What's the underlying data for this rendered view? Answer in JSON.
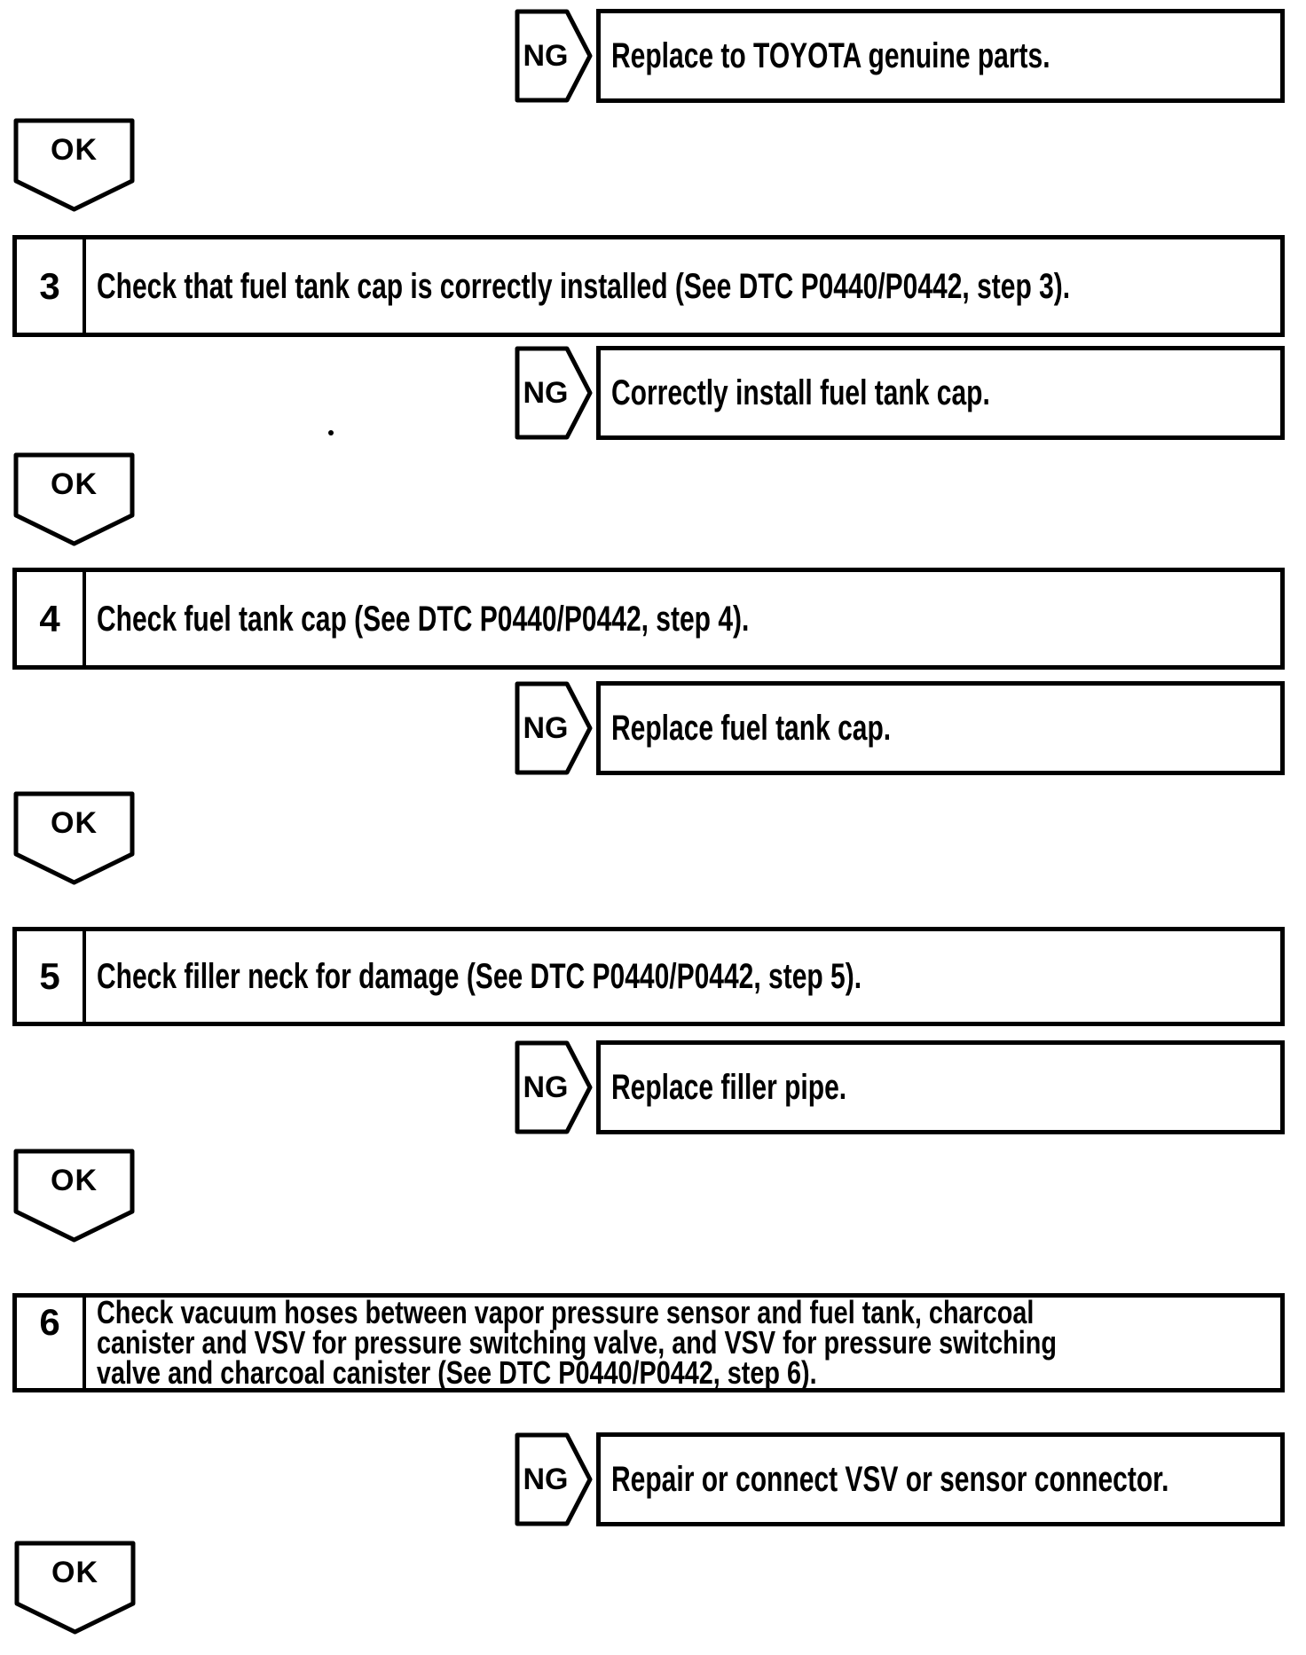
{
  "colors": {
    "ink": "#000000",
    "paper": "#ffffff"
  },
  "flowchart": {
    "ng_label": "NG",
    "ok_label": "OK",
    "top_branch": {
      "action": "Replace to TOYOTA genuine parts."
    },
    "steps": [
      {
        "number": "3",
        "text_lines": [
          "Check that fuel tank cap is correctly installed (See DTC  P0440/P0442, step 3)."
        ],
        "ng_action": "Correctly install fuel tank cap."
      },
      {
        "number": "4",
        "text_lines": [
          "Check fuel tank cap (See DTC  P0440/P0442, step 4)."
        ],
        "ng_action": "Replace fuel tank cap."
      },
      {
        "number": "5",
        "text_lines": [
          "Check filler neck for damage (See DTC  P0440/P0442, step 5)."
        ],
        "ng_action": "Replace filler pipe."
      },
      {
        "number": "6",
        "text_lines": [
          "Check vacuum hoses between vapor pressure sensor and fuel tank, charcoal",
          "canister and VSV for pressure switching valve, and VSV for pressure switching",
          "valve and charcoal canister (See DTC  P0440/P0442, step 6)."
        ],
        "ng_action": "Repair or connect VSV or sensor connector."
      }
    ]
  }
}
